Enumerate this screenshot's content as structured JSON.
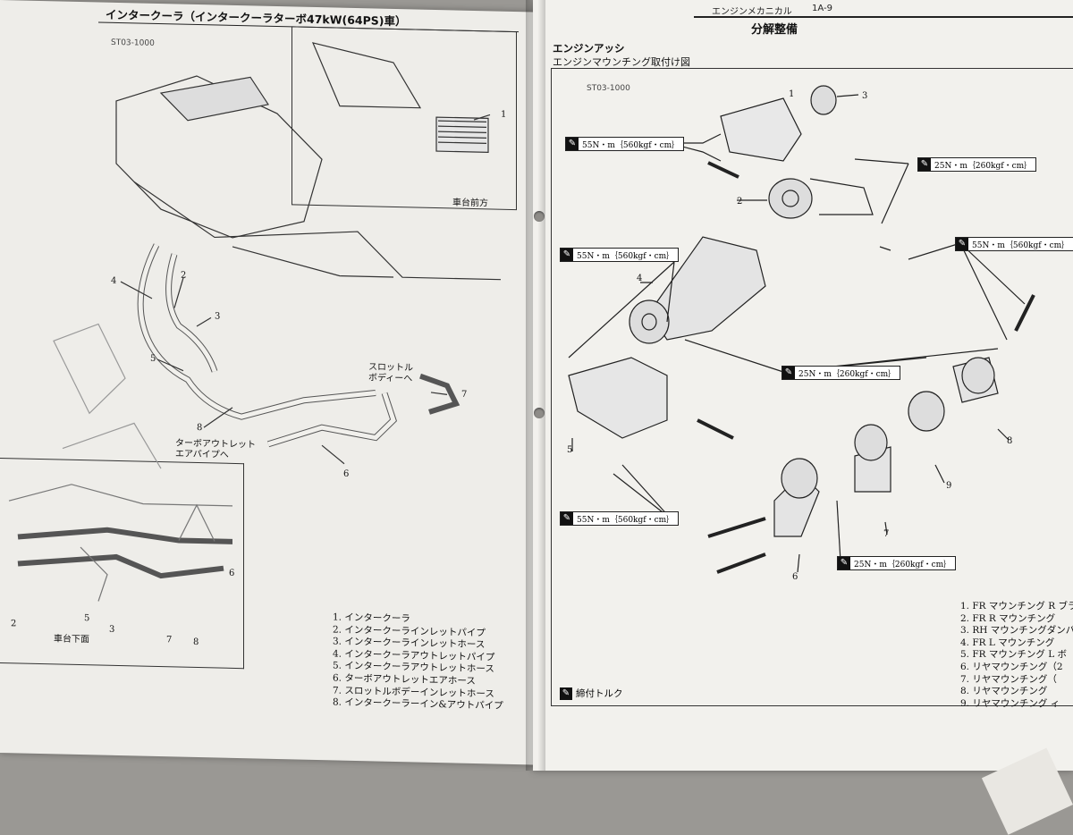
{
  "left_page": {
    "title": "インタークーラ（インタークーラターボ47kW(64PS)車）",
    "fig_code": "ST03-1000",
    "front_label": "車台前方",
    "underbody_label": "車台下面",
    "throttle_label": "スロットル\nボディーへ",
    "turbo_label": "ターボアウトレット\nエアパイプへ",
    "callouts": [
      "1",
      "2",
      "3",
      "4",
      "5",
      "6",
      "7",
      "8"
    ],
    "underbody_callouts": [
      "2",
      "5",
      "3",
      "7",
      "8",
      "6"
    ],
    "legend": [
      "1. インタークーラ",
      "2. インタークーラインレットパイプ",
      "3. インタークーラインレットホース",
      "4. インタークーラアウトレットパイプ",
      "5. インタークーラアウトレットホース",
      "6. ターボアウトレットエアホース",
      "7. スロットルボデーインレットホース",
      "8. インタークーラーイン&アウトパイプ"
    ]
  },
  "right_page": {
    "header_left": "エンジンメカニカル",
    "header_right": "1A-9",
    "section_title": "分解整備",
    "subtitle1": "エンジンアッシ",
    "subtitle2": "エンジンマウンチング取付け図",
    "fig_code": "ST03-1000",
    "torques": [
      "55N・m｛560kgf・cm｝",
      "25N・m｛260kgf・cm｝",
      "55N・m｛560kgf・cm｝",
      "55N・m｛560kgf・cm｝",
      "25N・m｛260kgf・cm｝",
      "55N・m｛560kgf・cm｝",
      "25N・m｛260kgf・cm｝"
    ],
    "torque_legend": "締付トルク",
    "callouts": [
      "1",
      "2",
      "3",
      "4",
      "5",
      "6",
      "7",
      "8",
      "9"
    ],
    "legend": [
      "1. FR マウンチング R ブラ",
      "2. FR R マウンチング",
      "3. RH マウンチングダンパ",
      "4. FR L マウンチング",
      "5. FR マウンチング L ボ",
      "6. リヤマウンチング（2",
      "7. リヤマウンチング（",
      "8. リヤマウンチング",
      "9. リヤマウンチング ィ"
    ]
  },
  "colors": {
    "paper": "#f1f0ec",
    "ink": "#111111",
    "background": "#9a9894"
  }
}
